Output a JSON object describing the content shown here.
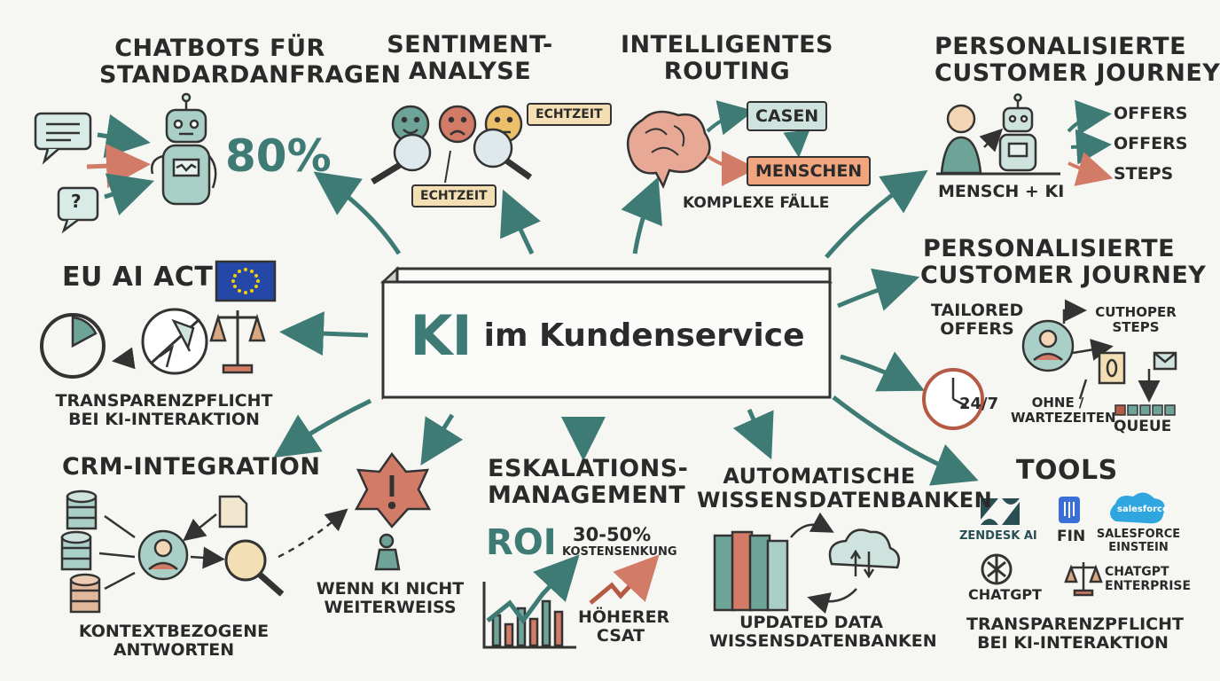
{
  "center": {
    "title_ki": "KI",
    "title_rest": "im Kundenservice"
  },
  "chatbots": {
    "title_line1": "Chatbots für",
    "title_line2": "Standardanfragen",
    "stat": "80%",
    "bubble_q": "?"
  },
  "sentiment": {
    "title_line1": "Sentiment-",
    "title_line2": "Analyse",
    "tag_top": "Echtzeit",
    "tag_bottom": "Echtzeit"
  },
  "routing": {
    "title_line1": "Intelligentes",
    "title_line2": "Routing",
    "box_cases": "Casen",
    "box_people": "Menschen",
    "caption": "Komplexe Fälle"
  },
  "journey_top": {
    "title_line1": "Personalisierte",
    "title_line2": "Customer Journey",
    "items": [
      "Offers",
      "Offers",
      "Steps"
    ],
    "caption": "Mensch + KI"
  },
  "euact": {
    "title": "EU AI Act",
    "caption_line1": "Transparenzpflicht",
    "caption_line2": "bei KI-Interaktion"
  },
  "journey_mid": {
    "title_line1": "Personalisierte",
    "title_line2": "Customer Journey",
    "tailored_line1": "Tailored",
    "tailored_line2": "Offers",
    "cuthoper_line1": "Cuthoper",
    "cuthoper_line2": "Steps",
    "clock_label": "24/7",
    "ohne_line1": "Ohne /",
    "ohne_line2": "Wartezeiten",
    "queue": "Queue"
  },
  "crm": {
    "title": "CRM-Integration",
    "caption_line1": "Kontextbezogene",
    "caption_line2": "Antworten"
  },
  "escalation_alert": {
    "caption_line1": "Wenn KI nicht",
    "caption_line2": "weiterweiss"
  },
  "escalation": {
    "title_line1": "Eskalations-",
    "title_line2": "Management",
    "roi": "ROI",
    "roi_value": "30-50%",
    "roi_caption": "Kostensenkung",
    "csat_line1": "Höherer",
    "csat_line2": "CSAT"
  },
  "knowledge": {
    "title_line1": "Automatische",
    "title_line2": "Wissensdatenbanken",
    "caption_line1": "Updated Data",
    "caption_line2": "Wissensdatenbanken"
  },
  "tools": {
    "title": "Tools",
    "zendesk": "Zendesk AI",
    "fin": "FIN",
    "salesforce_logo": "salesforce",
    "salesforce_line1": "Salesforce",
    "salesforce_line2": "Einstein",
    "chatgpt": "ChatGPT",
    "chatgpt_ent_line1": "ChatGPT",
    "chatgpt_ent_line2": "Enterprise",
    "caption_line1": "Transparenzpflicht",
    "caption_line2": "bei KI-Interaktion"
  },
  "colors": {
    "teal": "#3e7b74",
    "salmon": "#d27b66",
    "sand": "#f3dfb3",
    "ink": "#2b2b2b",
    "paper": "#f6f6f3",
    "eu_blue": "#2447a8",
    "eu_star": "#f5d000"
  }
}
